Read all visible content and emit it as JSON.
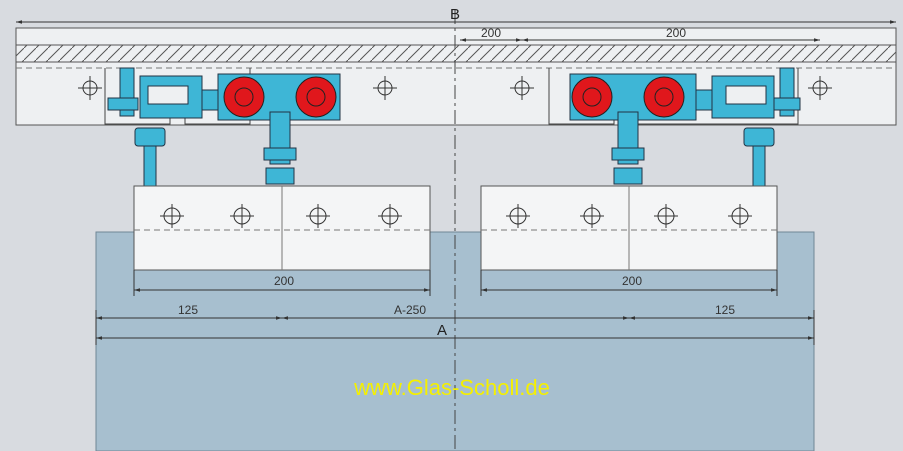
{
  "dimensions": {
    "total_width": "B",
    "track_offset": "200",
    "track_spacing": "200",
    "left_carrier_width": "200",
    "right_carrier_width": "200",
    "left_edge": "125",
    "middle": "A-250",
    "right_edge": "125",
    "panel_width": "A"
  },
  "watermark": "www.Glas-Scholl.de",
  "colors": {
    "background": "#d8dbe0",
    "glass": "#a7bfcf",
    "steel": "#3eb6d6",
    "roller": "#e0171c",
    "panel": "#f4f5f6"
  }
}
